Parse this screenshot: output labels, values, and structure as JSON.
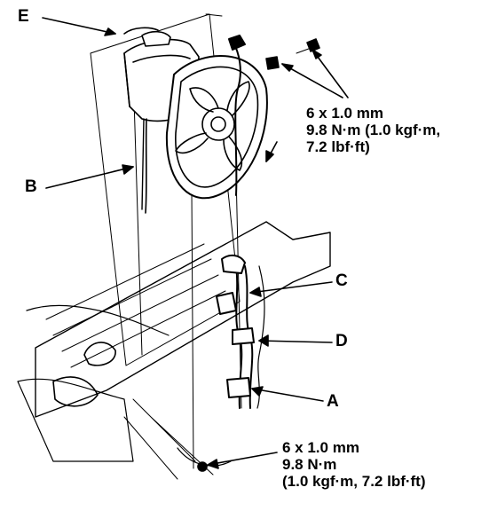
{
  "callouts": {
    "e": "E",
    "b": "B",
    "c": "C",
    "d": "D",
    "a": "A"
  },
  "torque_upper": {
    "line1": "6 x 1.0 mm",
    "line2": "9.8 N·m (1.0 kgf·m,",
    "line3": "7.2 lbf·ft)"
  },
  "torque_lower": {
    "line1": "6 x 1.0 mm",
    "line2": "9.8 N·m",
    "line3": "(1.0 kgf·m, 7.2 lbf·ft)"
  }
}
